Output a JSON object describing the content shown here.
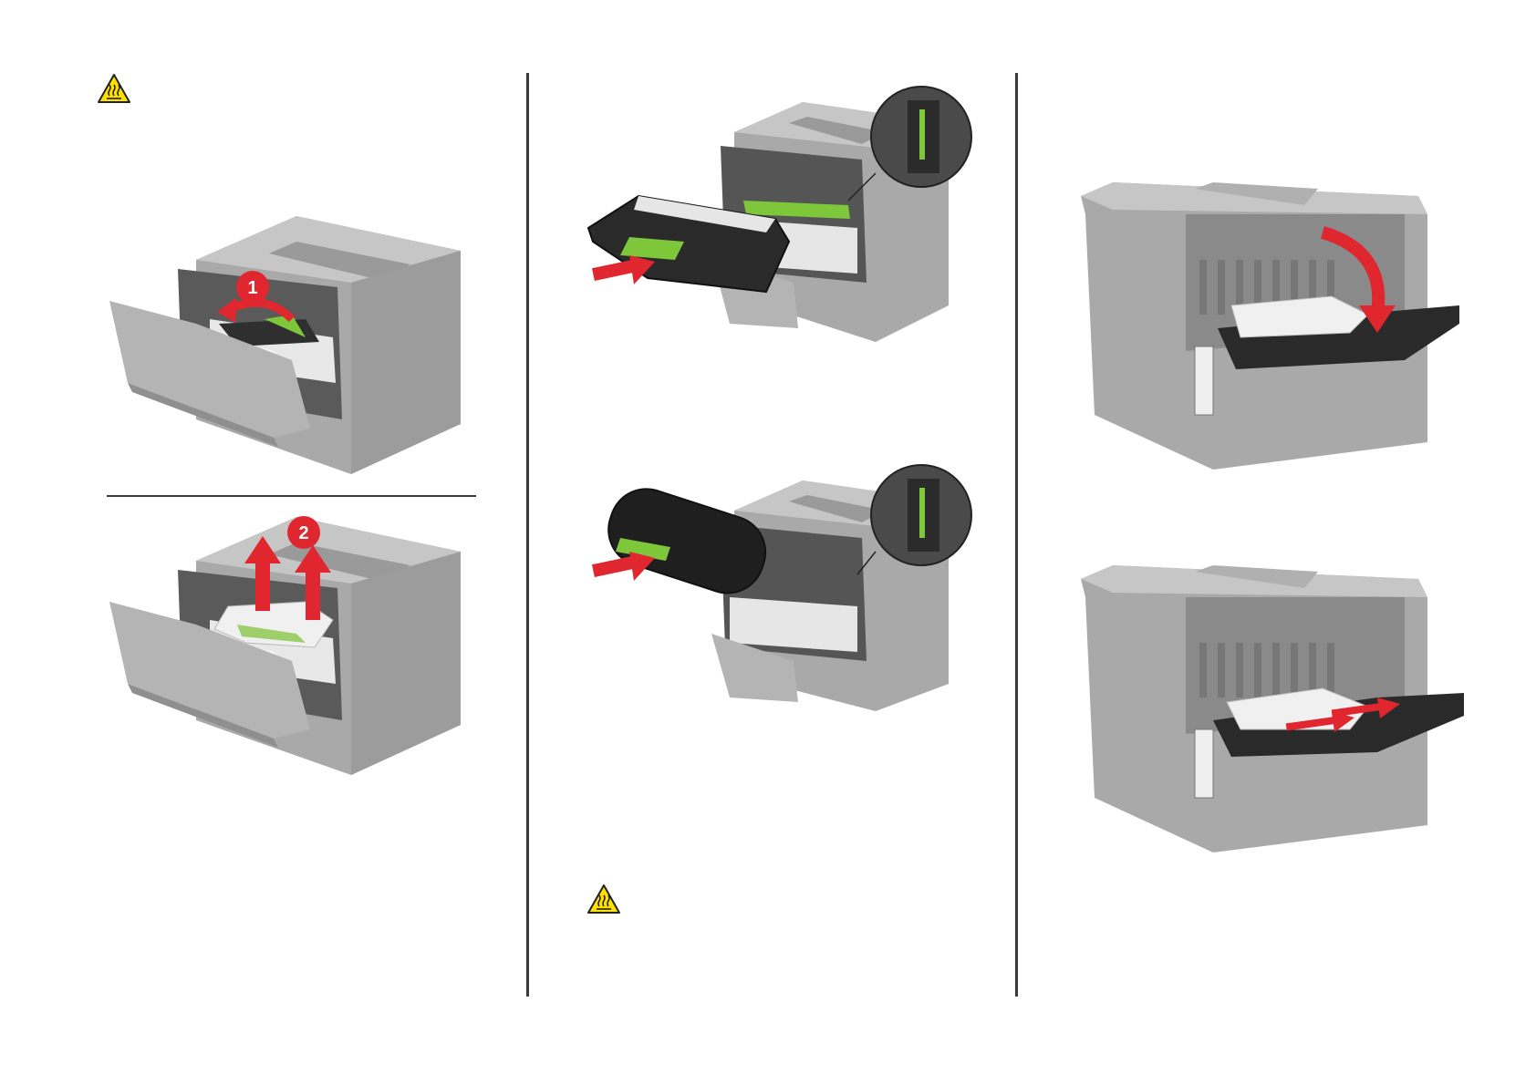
{
  "figures": {
    "step1": {
      "badge": "1"
    },
    "step2": {
      "badge": "2"
    }
  },
  "icons": {
    "caution": "hot-surface-warning-icon",
    "arrow": "red-arrow-icon",
    "badge": "red-step-number-badge"
  },
  "colors": {
    "printer_body": "#a8a8a8",
    "printer_light": "#c4c4c4",
    "accent_red": "#e0262e",
    "accent_green": "#7ec63a",
    "warning_yellow": "#ffe000",
    "divider": "#3a3a3a"
  }
}
